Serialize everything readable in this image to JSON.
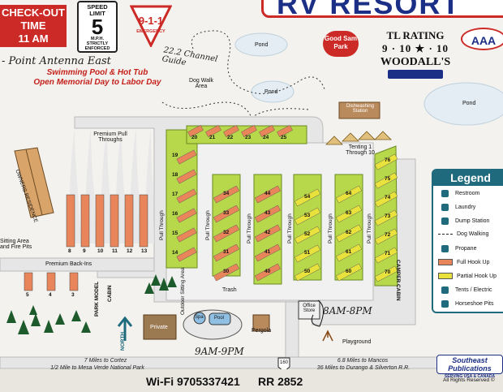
{
  "checkout": {
    "line1": "CHECK-OUT",
    "line2": "TIME",
    "line3": "11 AM"
  },
  "speed_sign": {
    "top": "SPEED LIMIT",
    "value": "5",
    "unit": "M.P.H.",
    "bottom": "STRICTLY ENFORCED"
  },
  "emergency_sign": {
    "number": "9-1-1",
    "label": "EMERGENCY"
  },
  "banner": {
    "title": "RV RESORT"
  },
  "good_sam": {
    "line1": "Good Sam",
    "line2": "Park"
  },
  "rating": {
    "title": "TL RATING",
    "scores": "9 · 10 ★ · 10",
    "woodalls": "WOODALL'S"
  },
  "aaa": "AAA",
  "handwritten": {
    "antenna": "- Point Antenna East",
    "channel": "22.2 Channel Guide",
    "office_hours": "8AM-8PM",
    "pool_hours": "9AM-9PM"
  },
  "amenity_note": {
    "line1": "Swimming Pool & Hot Tub",
    "line2": "Open Memorial Day to Labor Day"
  },
  "labels": {
    "pond1": "Pond",
    "pond2": "Pond",
    "pond3": "Pond",
    "dog_walk": "Dog Walk Area",
    "dishwashing": "Dishwashing Station",
    "tenting": "Tenting 1 Through 10",
    "premium_pull": "Premium Pull Throughs",
    "owners": "OWNERS RESIDENCE",
    "sitting": "Sitting Area and Fire Pits",
    "premium_back": "Premium Back-Ins",
    "park_model": "PARK MODEL",
    "cabin": "CABIN",
    "outdoor_sitting": "Outdoor Sitting Area",
    "trash": "Trash",
    "private": "Private",
    "pergola": "Pergola",
    "office_store": "Office Store",
    "playground": "Playground",
    "camper_cabin": "CAMPER CABIN",
    "pull_through": "Pull Through",
    "north": "NORTH",
    "spa": "Spa",
    "pool": "Pool",
    "hwy": "160"
  },
  "sites": {
    "top_row": [
      "20",
      "21",
      "22",
      "23",
      "24",
      "25"
    ],
    "col_a": [
      "19",
      "18",
      "17",
      "16",
      "15",
      "14"
    ],
    "col_b": [
      "34",
      "33",
      "32",
      "31",
      "30"
    ],
    "col_c": [
      "44",
      "43",
      "42",
      "41",
      "40"
    ],
    "col_d": [
      "54",
      "53",
      "52",
      "51",
      "50"
    ],
    "col_e": [
      "64",
      "63",
      "62",
      "61",
      "60"
    ],
    "col_f": [
      "76",
      "75",
      "74",
      "73",
      "72",
      "71",
      "70"
    ],
    "premium_pull": [
      "8",
      "9",
      "10",
      "11",
      "12",
      "13"
    ],
    "back_ins": [
      "5",
      "4",
      "3"
    ]
  },
  "legend": {
    "title": "Legend",
    "items": [
      {
        "label": "Restroom",
        "icon": "restroom-icon"
      },
      {
        "label": "Laundry",
        "icon": "laundry-icon"
      },
      {
        "label": "Dump Station",
        "icon": "dump-station-icon"
      },
      {
        "label": "Dog Walking",
        "icon": "dog-walking-icon"
      },
      {
        "label": "Propane",
        "icon": "propane-icon"
      },
      {
        "label": "Full Hook Up",
        "icon": "full-hookup-swatch"
      },
      {
        "label": "Partial Hook Up",
        "icon": "partial-hookup-swatch"
      },
      {
        "label": "Tents / Electric",
        "icon": "tent-icon"
      },
      {
        "label": "Horseshoe Pits",
        "icon": "horseshoe-icon"
      }
    ]
  },
  "colors": {
    "full_hookup": "#e8855a",
    "partial_hookup": "#e9e23c",
    "site_pad": "#b7d84a",
    "brand_red": "#cc2a26",
    "brand_blue": "#1b2f86",
    "legend_teal": "#1f6b7d",
    "road": "#e6e6e6",
    "pond": "#e3edf3"
  },
  "footer": {
    "cortez1": "7 Miles to Cortez",
    "cortez2": "1/2 Mile to Mesa Verde National Park",
    "wifi": "Wi-Fi  9705337421",
    "rr": "RR  2852",
    "mancos1": "6.8 Miles to Mancos",
    "mancos2": "36 Miles to Durango & Silverton R.R.",
    "southeast": "Southeast Publications",
    "southeast_sub": "SERVING USA & CANADA",
    "rights": "All Rights Reserved ©"
  }
}
